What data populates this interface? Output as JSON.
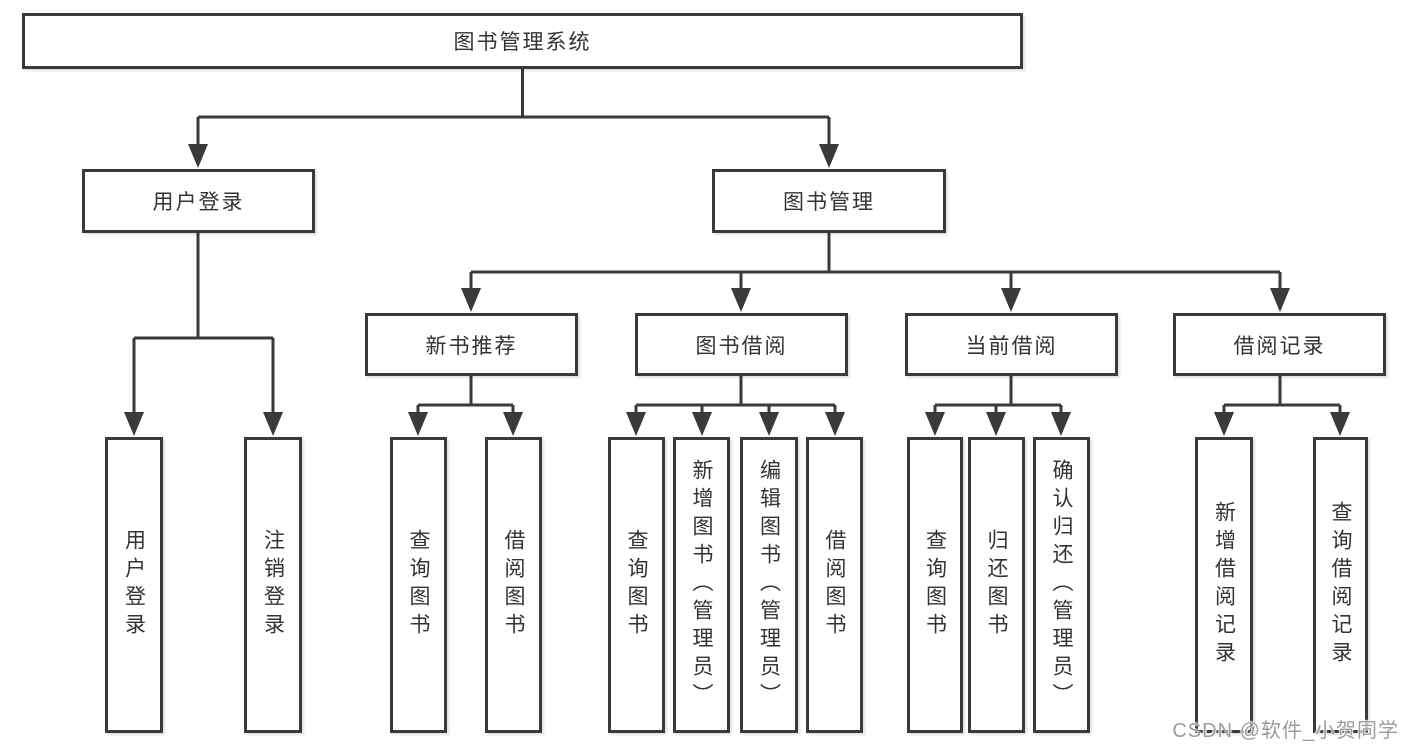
{
  "diagram": {
    "root": {
      "label": "图书管理系统"
    },
    "branches": [
      {
        "label": "用户登录",
        "leaves": [
          {
            "label": "用户登录"
          },
          {
            "label": "注销登录"
          }
        ]
      },
      {
        "label": "图书管理",
        "sections": [
          {
            "label": "新书推荐",
            "leaves": [
              {
                "label": "查询图书"
              },
              {
                "label": "借阅图书"
              }
            ]
          },
          {
            "label": "图书借阅",
            "leaves": [
              {
                "label": "查询图书"
              },
              {
                "label": "新增图书（管理员）"
              },
              {
                "label": "编辑图书（管理员）"
              },
              {
                "label": "借阅图书"
              }
            ]
          },
          {
            "label": "当前借阅",
            "leaves": [
              {
                "label": "查询图书"
              },
              {
                "label": "归还图书"
              },
              {
                "label": "确认归还（管理员）"
              }
            ]
          },
          {
            "label": "借阅记录",
            "leaves": [
              {
                "label": "新增借阅记录"
              },
              {
                "label": "查询借阅记录"
              }
            ]
          }
        ]
      }
    ]
  },
  "watermark": {
    "text": "CSDN @软件_小贺同学"
  },
  "colors": {
    "line": "#3a3a3a",
    "text": "#333333",
    "background": "#ffffff",
    "watermark": "#9c9c9c"
  }
}
